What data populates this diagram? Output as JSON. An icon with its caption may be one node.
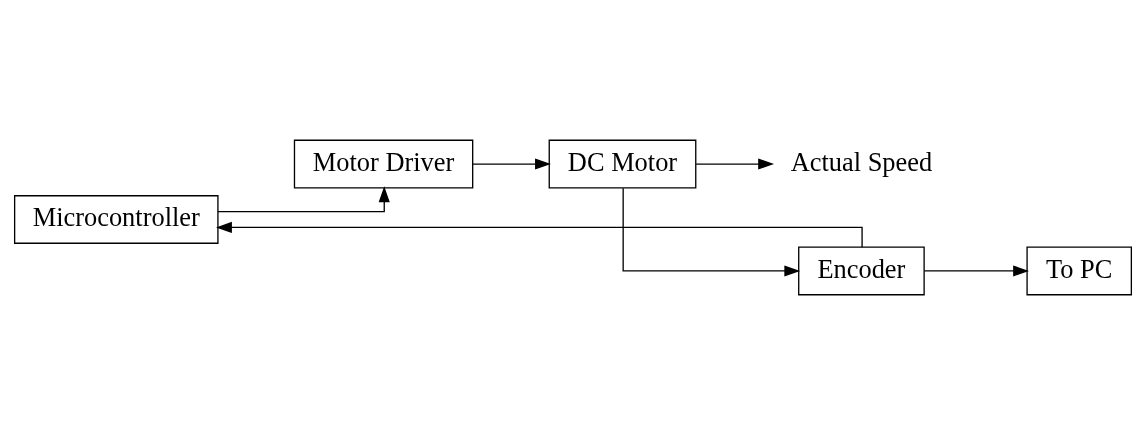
{
  "diagram": {
    "nodes": [
      {
        "text": [
          "Microcontroller"
        ]
      },
      {
        "text": [
          "Motor Driver"
        ]
      },
      {
        "text": [
          "DC Motor"
        ]
      },
      {
        "text": [
          "Encoder"
        ]
      },
      {
        "text": [
          "To PC"
        ]
      },
      {
        "text": [
          "Actual Speed"
        ]
      }
    ],
    "edges": [
      {
        "from": 0,
        "to": 1,
        "arrow": "to"
      },
      {
        "from": 1,
        "to": 2,
        "arrow": "to"
      },
      {
        "from": 2,
        "to": 5,
        "arrow": "to"
      },
      {
        "from": 2,
        "to": 3,
        "arrow": "to"
      },
      {
        "from": 3,
        "to": 0,
        "arrow": "to"
      },
      {
        "from": 3,
        "to": 4,
        "arrow": "to"
      }
    ]
  }
}
